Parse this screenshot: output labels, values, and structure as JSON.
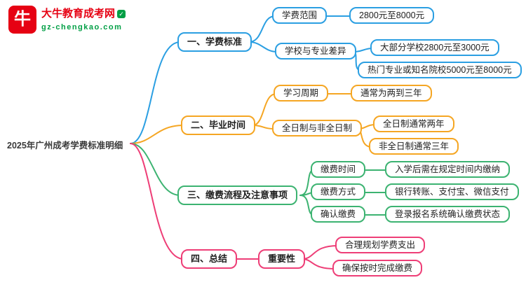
{
  "logo": {
    "title": "大牛教育成考网",
    "subtitle": "gz-chengkao.com",
    "icon": "bull-icon",
    "icon_glyph": "牛",
    "badge_glyph": "✓"
  },
  "root": {
    "label": "2025年广州成考学费标准明细"
  },
  "colors": {
    "blue": "#2b9fe2",
    "orange": "#f5a623",
    "green": "#3cb371",
    "pink": "#ee3e77",
    "logo_red": "#e60113",
    "logo_green": "#009f45"
  },
  "branches": [
    {
      "label": "一、学费标准",
      "color": "#2b9fe2",
      "children": [
        {
          "label": "学费范围",
          "values": [
            "2800元至8000元"
          ]
        },
        {
          "label": "学校与专业差异",
          "values": [
            "大部分学校2800元至3000元",
            "热门专业或知名院校5000元至8000元"
          ]
        }
      ]
    },
    {
      "label": "二、毕业时间",
      "color": "#f5a623",
      "children": [
        {
          "label": "学习周期",
          "values": [
            "通常为两到三年"
          ]
        },
        {
          "label": "全日制与非全日制",
          "values": [
            "全日制通常两年",
            "非全日制通常三年"
          ]
        }
      ]
    },
    {
      "label": "三、缴费流程及注意事项",
      "color": "#3cb371",
      "children": [
        {
          "label": "缴费时间",
          "values": [
            "入学后需在规定时间内缴纳"
          ]
        },
        {
          "label": "缴费方式",
          "values": [
            "银行转账、支付宝、微信支付"
          ]
        },
        {
          "label": "确认缴费",
          "values": [
            "登录报名系统确认缴费状态"
          ]
        }
      ]
    },
    {
      "label": "四、总结",
      "color": "#ee3e77",
      "children": [
        {
          "label": "重要性",
          "values": [
            "合理规划学费支出",
            "确保按时完成缴费"
          ]
        }
      ]
    }
  ]
}
